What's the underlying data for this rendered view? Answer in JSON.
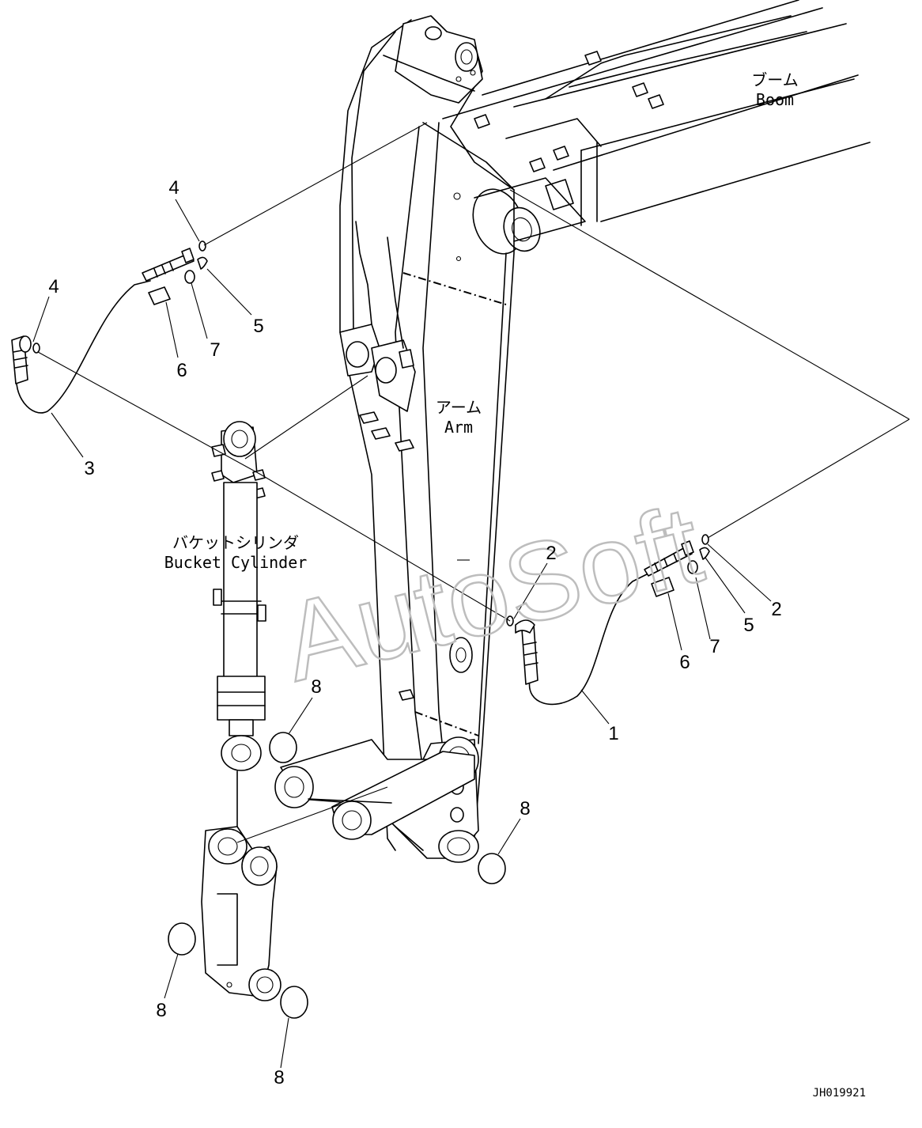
{
  "diagram": {
    "labels": {
      "boom_jp": "ブーム",
      "boom_en": "Boom",
      "arm_jp": "アーム",
      "arm_en": "Arm",
      "bucket_cylinder_jp": "バケットシリンダ",
      "bucket_cylinder_en": "Bucket Cylinder"
    },
    "callouts": [
      {
        "id": "c1",
        "text": "1"
      },
      {
        "id": "c2a",
        "text": "2"
      },
      {
        "id": "c2b",
        "text": "2"
      },
      {
        "id": "c3",
        "text": "3"
      },
      {
        "id": "c4a",
        "text": "4"
      },
      {
        "id": "c4b",
        "text": "4"
      },
      {
        "id": "c5a",
        "text": "5"
      },
      {
        "id": "c5b",
        "text": "5"
      },
      {
        "id": "c6a",
        "text": "6"
      },
      {
        "id": "c6b",
        "text": "6"
      },
      {
        "id": "c7a",
        "text": "7"
      },
      {
        "id": "c7b",
        "text": "7"
      },
      {
        "id": "c8a",
        "text": "8"
      },
      {
        "id": "c8b",
        "text": "8"
      },
      {
        "id": "c8c",
        "text": "8"
      },
      {
        "id": "c8d",
        "text": "8"
      }
    ],
    "watermark": "AutoSoft",
    "drawing_code": "JH019921"
  }
}
